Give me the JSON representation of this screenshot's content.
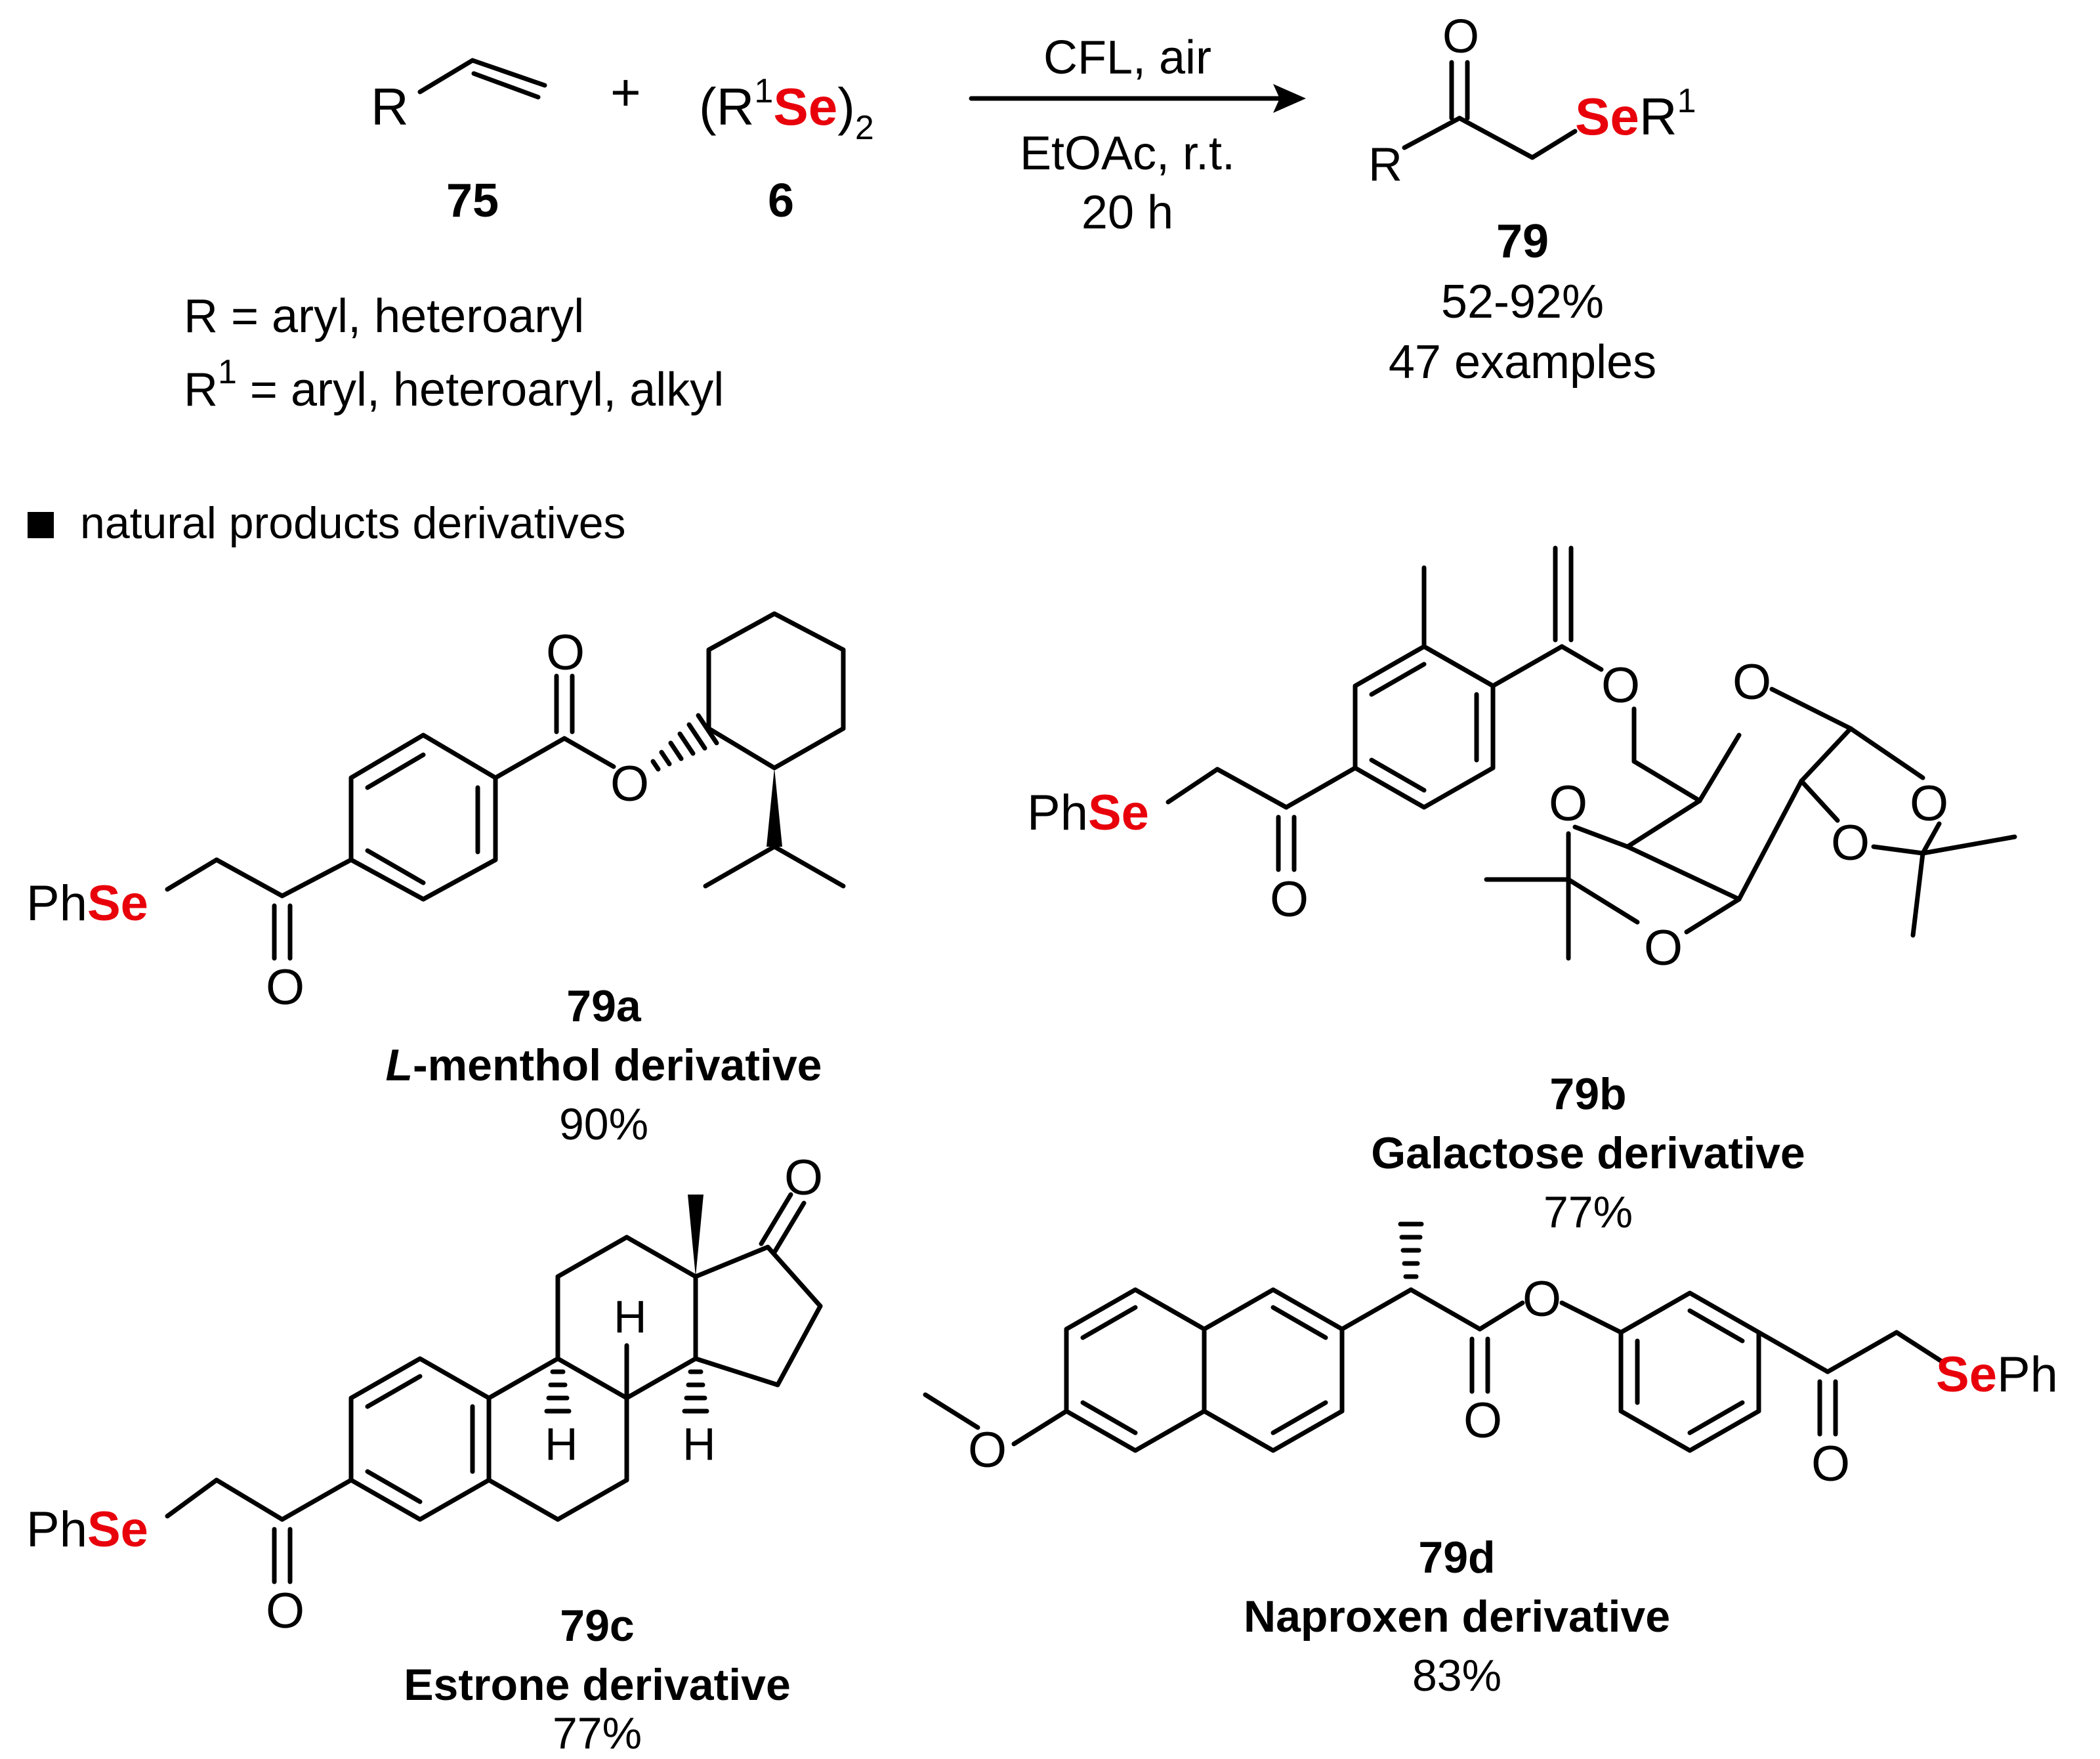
{
  "scheme": {
    "alkene_R": "R",
    "plus": "+",
    "diselenide_open": "(R",
    "diselenide_sup": "1",
    "diselenide_se": "Se",
    "diselenide_close": ")",
    "diselenide_sub": "2",
    "label_75": "75",
    "label_6": "6",
    "conditions_top": "CFL, air",
    "conditions_bottom_1": "EtOAc, r.t.",
    "conditions_bottom_2": "20 h",
    "product_O": "O",
    "product_R": "R",
    "product_se": "Se",
    "product_R1": "R",
    "product_sup": "1",
    "label_79": "79",
    "yield_range": "52-92%",
    "examples": "47 examples",
    "r_def": "R = aryl, heteroaryl",
    "r1_def_R": "R",
    "r1_def_sup": "1",
    "r1_def_rest": " = aryl, heteroaryl, alkyl"
  },
  "section_heading": "natural products derivatives",
  "compounds": [
    {
      "id": "79a",
      "name_italic": "L",
      "name_rest": "-menthol derivative",
      "yield": "90%"
    },
    {
      "id": "79b",
      "name": "Galactose derivative",
      "yield": "77%"
    },
    {
      "id": "79c",
      "name": "Estrone derivative",
      "yield": "77%"
    },
    {
      "id": "79d",
      "name": "Naproxen derivative",
      "yield": "83%"
    }
  ],
  "atoms": {
    "O": "O",
    "Ph": "Ph",
    "Se": "Se",
    "H": "H"
  },
  "colors": {
    "selenium": "#e8000b",
    "ink": "#000000"
  }
}
